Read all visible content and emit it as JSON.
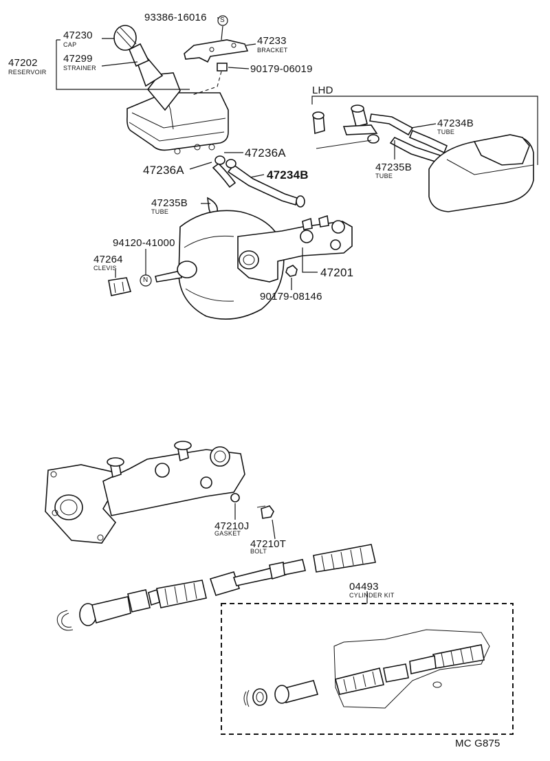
{
  "diagram_code": "MC G875",
  "parts": {
    "p93386": "93386-16016",
    "p47230": "47230",
    "p47230_name": "CAP",
    "p47202": "47202",
    "p47202_name": "RESERVOIR",
    "p47299": "47299",
    "p47299_name": "STRAINER",
    "p47233": "47233",
    "p47233_name": "BRACKET",
    "p90179a": "90179-06019",
    "p47236a_1": "47236A",
    "p47236a_2": "47236A",
    "p47234b_1": "47234B",
    "p47235b_1": "47235B",
    "p47235b_1_name": "TUBE",
    "p94120": "94120-41000",
    "p47264": "47264",
    "p47264_name": "CLEVIS",
    "p47201": "47201",
    "p90179b": "90179-08146",
    "p47210j": "47210J",
    "p47210j_name": "GASKET",
    "p47210t": "47210T",
    "p47210t_name": "BOLT",
    "p04493": "04493",
    "p04493_name": "CYLINDER KIT"
  },
  "lhd": {
    "title": "LHD",
    "p47234b": "47234B",
    "p47234b_name": "TUBE",
    "p47235b": "47235B",
    "p47235b_name": "TUBE"
  },
  "symbols": {
    "s": "S",
    "n": "N"
  }
}
